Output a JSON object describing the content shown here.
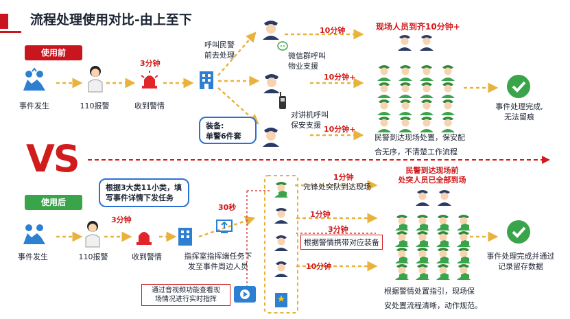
{
  "title": "流程处理使用对比-由上至下",
  "colors": {
    "red": "#c9151e",
    "green": "#3aa44a",
    "arrow": "#e9b23d",
    "police": "#2a3a66",
    "blue": "#2a6fd6"
  },
  "vs": "VS",
  "before": {
    "tag": "使用前",
    "event": "事件发生",
    "report": "110报警",
    "time1": "3分钟",
    "receive": "收到警情",
    "call_police": "呼叫民警\n前去处理",
    "wechat": "微信群呼叫\n物业支援",
    "intercom": "对讲机呼叫\n保安支援",
    "equip_box": "装备:\n单警6件套",
    "t10": "10分钟",
    "t10p_a": "10分钟+",
    "t10p_b": "10分钟+",
    "gather": "现场人员到齐10分钟+",
    "arrive_text": "民警到达现场处置，保安配\n合无序，不清楚工作流程",
    "done": "事件处理完成,\n无法留痕"
  },
  "after": {
    "tag": "使用后",
    "event": "事件发生",
    "report": "110报警",
    "time1": "3分钟",
    "receive": "收到警情",
    "task_box": "根据3大类11小类，填\n写事件详情下发任务",
    "t30": "30秒",
    "dispatch": "指挥室指挥端任务下\n发至事件周边人员",
    "video_box": "通过音视频功能查看现\n场情况进行实时指挥",
    "t1a": "1分钟",
    "vanguard": "先锋处突队到达现场",
    "t1b": "1分钟",
    "t3": "3分钟",
    "equip": "根据警情携带对应装备",
    "t10": "10分钟",
    "headline": "民警到达现场前\n处突人员已全部到场",
    "guide_text": "根据警情处置指引，现场保\n安处置流程清晰，动作规范。",
    "done": "事件处理完成并通过\n记录留存数据"
  }
}
